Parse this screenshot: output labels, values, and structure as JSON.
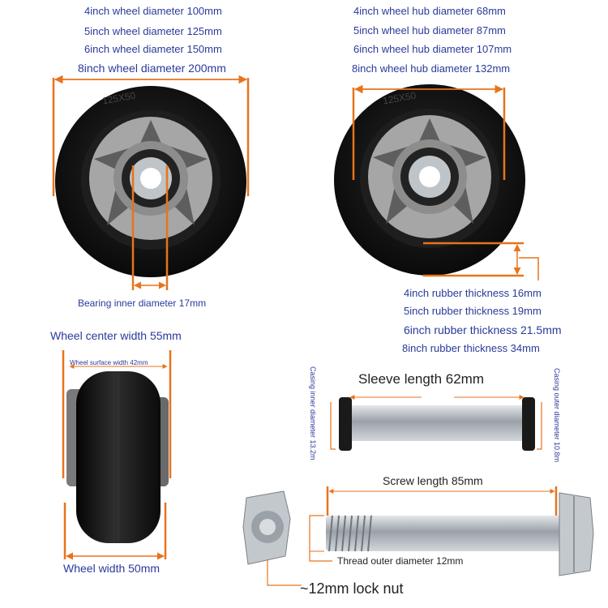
{
  "diameter_labels": [
    "4inch wheel diameter 100mm",
    "5inch wheel diameter 125mm",
    "6inch wheel diameter 150mm",
    "8inch wheel diameter 200mm"
  ],
  "hub_labels": [
    "4inch wheel hub diameter 68mm",
    "5inch wheel hub diameter 87mm",
    "6inch wheel hub diameter 107mm",
    "8inch wheel hub diameter 132mm"
  ],
  "tire_marking": "125X50",
  "bearing_label": "Bearing inner diameter 17mm",
  "rubber_labels": [
    "4inch rubber thickness 16mm",
    "5inch rubber thickness 19mm",
    "6inch rubber thickness 21.5mm",
    "8inch rubber thickness 34mm"
  ],
  "center_width_label": "Wheel center width 55mm",
  "surface_width_label": "Wheel surface width 42mm",
  "wheel_width_label": "Wheel width 50mm",
  "sleeve_length_label": "Sleeve length 62mm",
  "casing_inner_label": "Casing inner diameter 13.2m",
  "casing_outer_label": "Casing outer diameter 10.8m",
  "screw_length_label": "Screw length 85mm",
  "thread_label": "Thread outer diameter 12mm",
  "lock_nut_label": "~12mm lock nut",
  "colors": {
    "annotation": "#e8731c",
    "label": "#2a3a9a",
    "rubber": "#151515",
    "hub": "#9a9a9a"
  }
}
